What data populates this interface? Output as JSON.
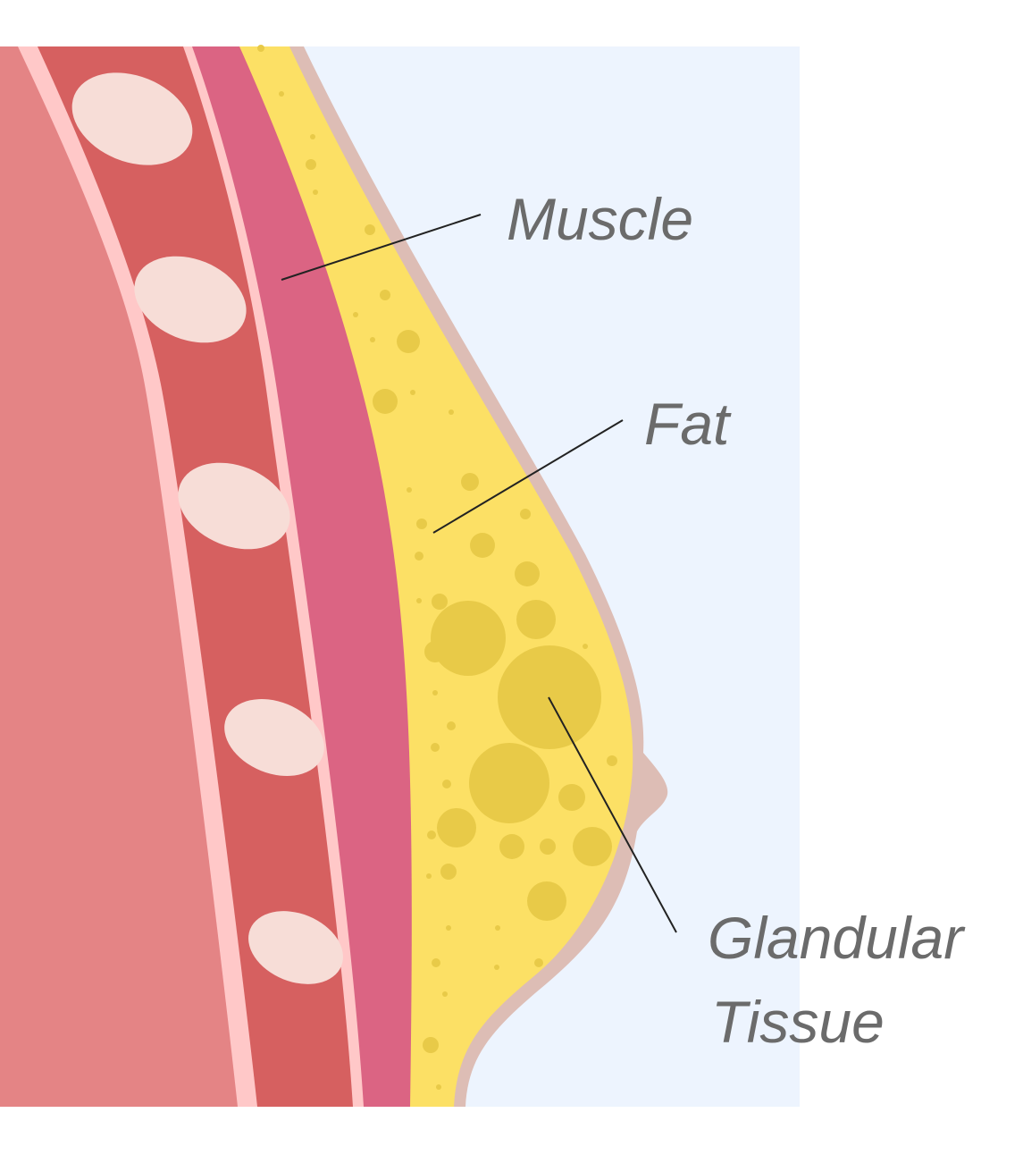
{
  "labels": {
    "muscle": "Muscle",
    "fat": "Fat",
    "glandular_line1": "Glandular",
    "glandular_line2": "Tissue"
  },
  "colors": {
    "background": "#EDF4FE",
    "skin": "#DDBDB5",
    "fat": "#FCE065",
    "fat_lobules": "#E8CA48",
    "muscle": "#DB6483",
    "pleura_stripe": "#FFC8C8",
    "rib_band": "#D66060",
    "rib": "#F7DDD7",
    "chest_interior": "#E48485",
    "label_text": "#6B6B6B"
  }
}
